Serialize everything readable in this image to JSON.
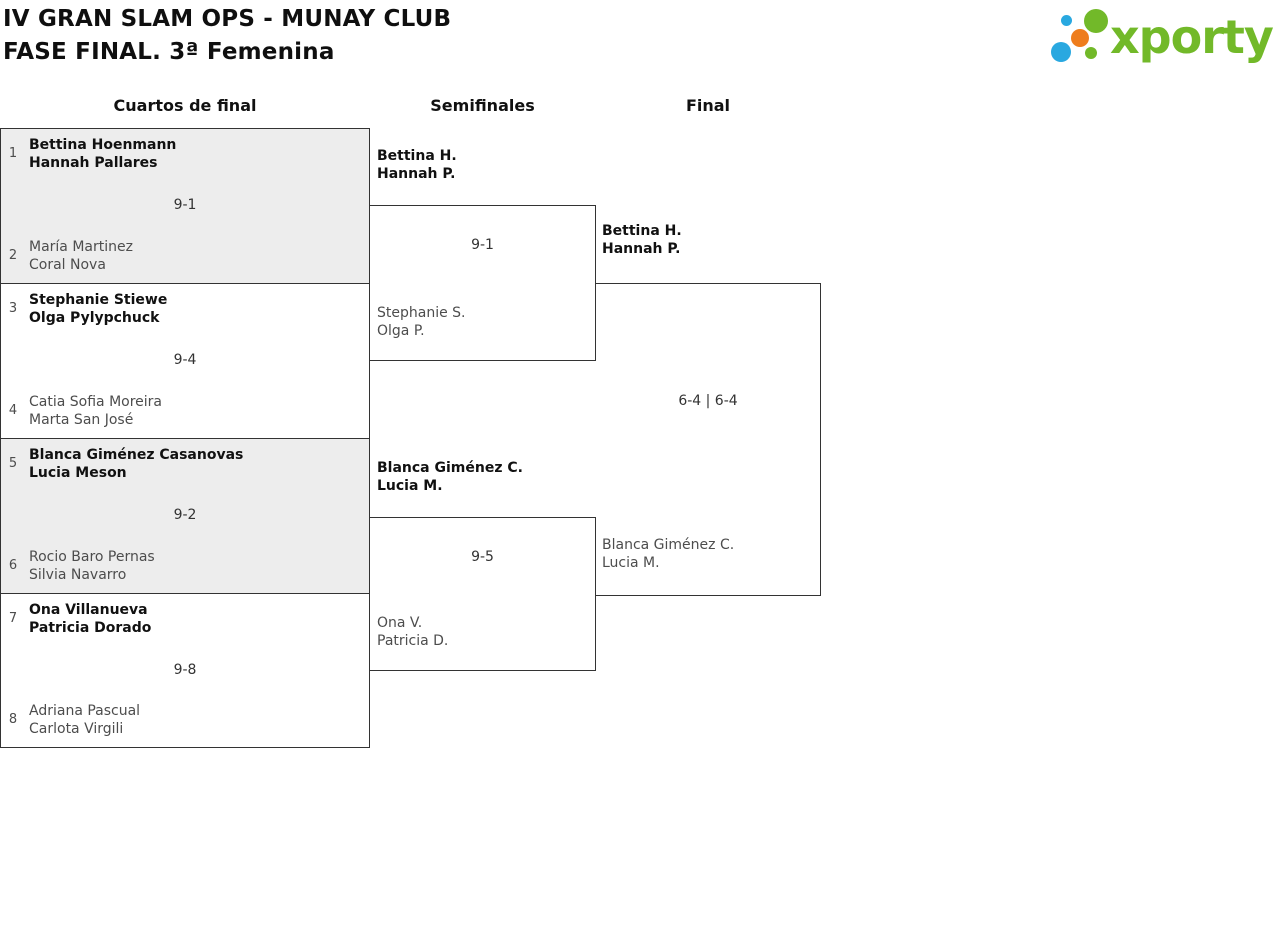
{
  "colors": {
    "logo_green": "#72b929",
    "logo_blue": "#29a8e0",
    "logo_orange": "#ee7d1d",
    "box_fill": "#ededed",
    "line": "#333333",
    "winner_text": "#111111",
    "loser_text": "#4d4d4d",
    "score_text": "#333333"
  },
  "header": {
    "title_line1": "IV GRAN SLAM OPS - MUNAY CLUB",
    "title_line2": "FASE FINAL. 3ª Femenina",
    "logo_text": "xporty"
  },
  "round_headers": [
    "Cuartos de final",
    "Semifinales",
    "Final"
  ],
  "bracket": {
    "quarterfinals": [
      {
        "seed_top": "1",
        "team_top_line1": "Bettina Hoenmann",
        "team_top_line2": "Hannah Pallares",
        "score": "9-1",
        "seed_bottom": "2",
        "team_bottom_line1": "María Martinez",
        "team_bottom_line2": "Coral Nova",
        "winner": "top"
      },
      {
        "seed_top": "3",
        "team_top_line1": "Stephanie Stiewe",
        "team_top_line2": "Olga Pylypchuck",
        "score": "9-4",
        "seed_bottom": "4",
        "team_bottom_line1": "Catia Sofia Moreira",
        "team_bottom_line2": "Marta San José",
        "winner": "top"
      },
      {
        "seed_top": "5",
        "team_top_line1": "Blanca Giménez Casanovas",
        "team_top_line2": "Lucia Meson",
        "score": "9-2",
        "seed_bottom": "6",
        "team_bottom_line1": "Rocio Baro Pernas",
        "team_bottom_line2": "Silvia Navarro",
        "winner": "top"
      },
      {
        "seed_top": "7",
        "team_top_line1": "Ona Villanueva",
        "team_top_line2": "Patricia Dorado",
        "score": "9-8",
        "seed_bottom": "8",
        "team_bottom_line1": "Adriana Pascual",
        "team_bottom_line2": "Carlota Virgili",
        "winner": "top"
      }
    ],
    "semifinals": [
      {
        "team_top_line1": "Bettina H.",
        "team_top_line2": "Hannah P.",
        "score": "9-1",
        "team_bottom_line1": "Stephanie S.",
        "team_bottom_line2": "Olga P.",
        "winner": "top"
      },
      {
        "team_top_line1": "Blanca Giménez C.",
        "team_top_line2": "Lucia M.",
        "score": "9-5",
        "team_bottom_line1": "Ona V.",
        "team_bottom_line2": "Patricia D.",
        "winner": "top"
      }
    ],
    "final": {
      "team_top_line1": "Bettina H.",
      "team_top_line2": "Hannah P.",
      "score": "6-4 | 6-4",
      "team_bottom_line1": "Blanca Giménez C.",
      "team_bottom_line2": "Lucia M.",
      "winner": "top"
    }
  }
}
